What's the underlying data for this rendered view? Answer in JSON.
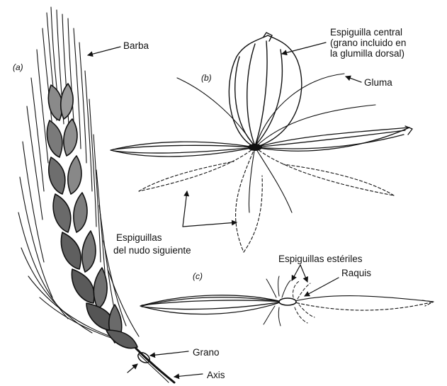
{
  "panels": {
    "a": "(a)",
    "b": "(b)",
    "c": "(c)"
  },
  "labels": {
    "barba": "Barba",
    "espiguilla_central_line1": "Espiguilla central",
    "espiguilla_central_line2": "(grano incluido en",
    "espiguilla_central_line3": "la glumilla dorsal)",
    "gluma": "Gluma",
    "espiguillas_nudo_line1": "Espiguillas",
    "espiguillas_nudo_line2": "del nudo siguiente",
    "espiguillas_esteriles": "Espiguillas estériles",
    "raquis": "Raquis",
    "grano": "Grano",
    "axis": "Axis"
  },
  "colors": {
    "ink": "#111111",
    "background": "#ffffff"
  }
}
